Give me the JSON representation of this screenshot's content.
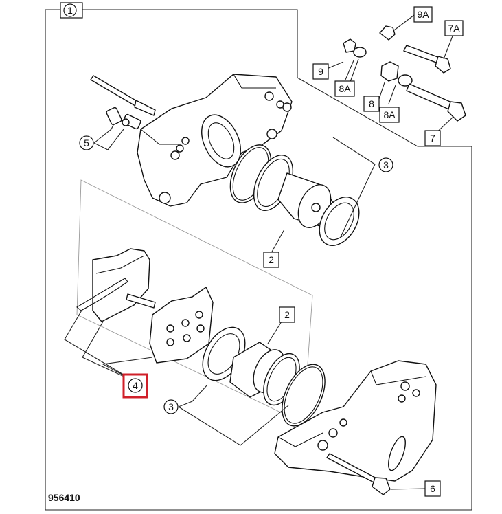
{
  "diagram": {
    "caption": "956410",
    "highlight_color": "#d0202a",
    "labels": {
      "l1": "1",
      "l2a": "2",
      "l2b": "2",
      "l3a": "3",
      "l3b": "3",
      "l4": "4",
      "l5": "5",
      "l6": "6",
      "l7": "7",
      "l7a": "7A",
      "l8": "8",
      "l8a1": "8A",
      "l8a2": "8A",
      "l9": "9",
      "l9a": "9A"
    }
  }
}
